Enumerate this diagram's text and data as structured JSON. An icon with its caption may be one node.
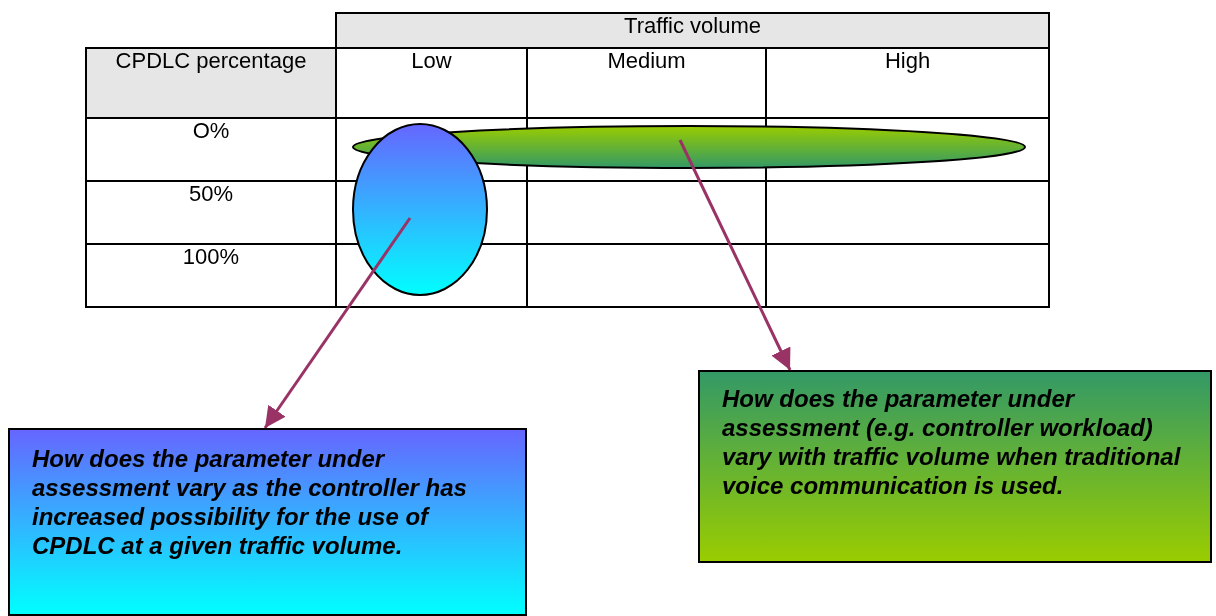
{
  "diagram": {
    "nodes": [
      {
        "text": [],
        "shape": "ellipse"
      },
      {
        "text": [],
        "shape": "ellipse"
      },
      {
        "text": [
          "How does the parameter under assessment vary as the controller has increased possibility for the use of CPDLC at a given traffic volume."
        ]
      },
      {
        "text": [
          "How does the parameter under assessment (e.g. controller workload) vary with traffic volume when traditional voice communication is used."
        ]
      }
    ],
    "edges": [
      {
        "from": 1,
        "to": 2,
        "arrow": "to"
      },
      {
        "from": 0,
        "to": 3,
        "arrow": "to"
      }
    ],
    "labels": [
      "Traffic volume",
      "CPDLC percentage",
      "Low",
      "Medium",
      "High",
      "O%",
      "50%",
      "100%"
    ]
  }
}
